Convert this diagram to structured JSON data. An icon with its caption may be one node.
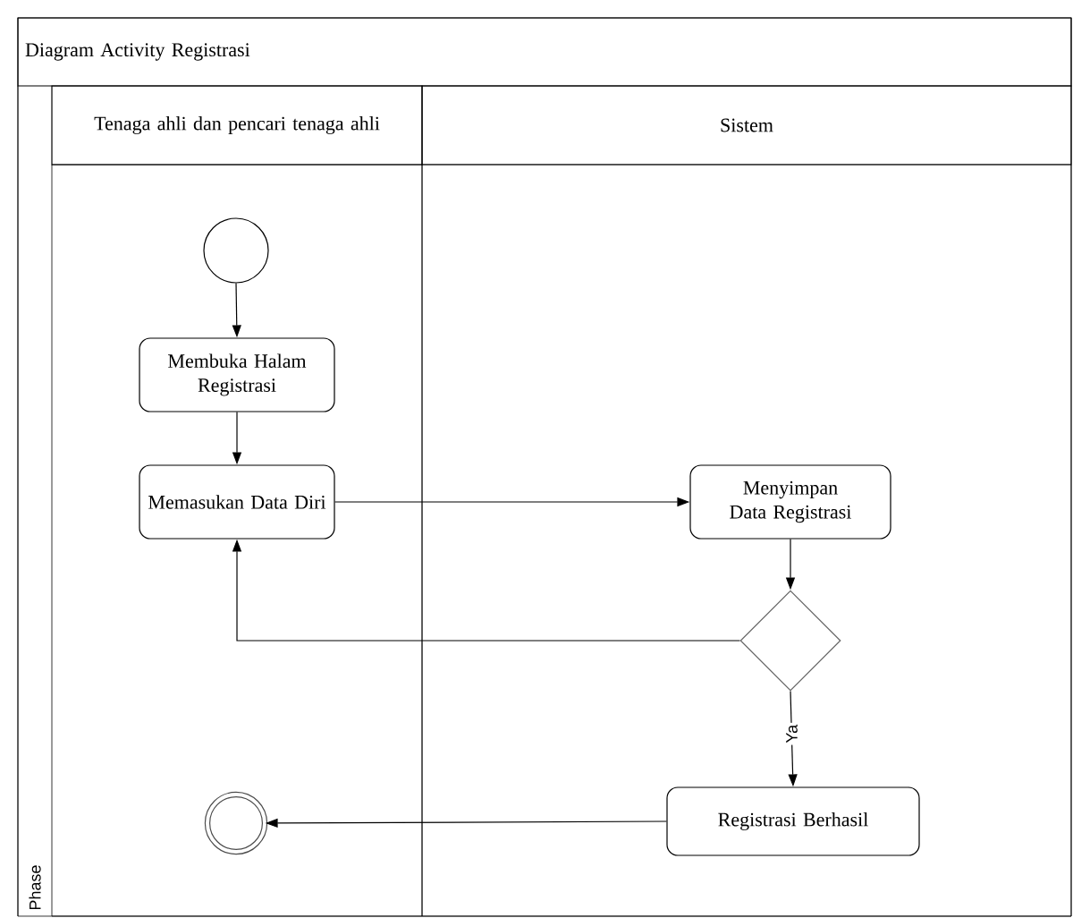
{
  "diagram": {
    "nodes": [
      {
        "text": [
          "Diagram Activity Registrasi"
        ]
      },
      {
        "text": [
          "Tenaga ahli dan pencari tenaga ahli"
        ],
        "in": 0
      },
      {
        "text": [
          "Sistem"
        ],
        "in": 0
      },
      {
        "text": [],
        "shape": "circle",
        "in": 1
      },
      {
        "text": [
          "Membuka Halam Registrasi"
        ],
        "in": 1
      },
      {
        "text": [
          "Memasukan Data Diri"
        ],
        "in": 1
      },
      {
        "text": [
          "Menyimpan Data Registrasi"
        ],
        "in": 2
      },
      {
        "text": [],
        "shape": "diamond",
        "in": 2
      },
      {
        "text": [
          "Registrasi Berhasil"
        ],
        "in": 2
      },
      {
        "text": [],
        "shape": "ring",
        "in": 1
      }
    ],
    "edges": [
      {
        "from": 3,
        "to": 4,
        "arrow": "to"
      },
      {
        "from": 4,
        "to": 5,
        "arrow": "to"
      },
      {
        "from": 5,
        "to": 6,
        "arrow": "to"
      },
      {
        "from": 6,
        "to": 7,
        "arrow": "to"
      },
      {
        "from": 7,
        "to": 5,
        "arrow": "to"
      },
      {
        "from": 7,
        "to": 8,
        "arrow": "to",
        "label": "Ya"
      },
      {
        "from": 8,
        "to": 9,
        "arrow": "to"
      }
    ],
    "labels": [
      "Phase"
    ]
  }
}
